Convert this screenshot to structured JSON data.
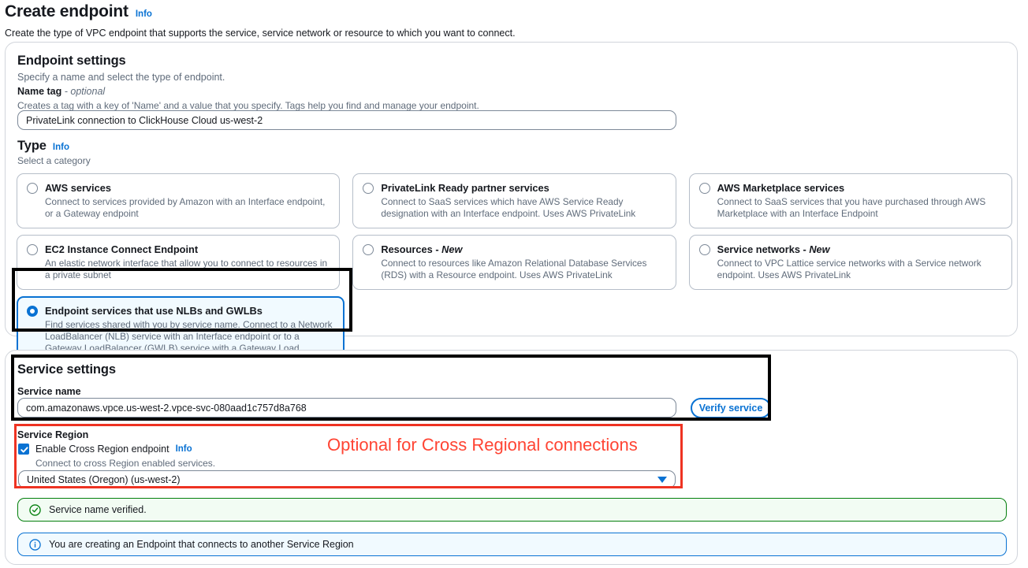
{
  "header": {
    "title": "Create endpoint",
    "info_label": "Info",
    "description": "Create the type of VPC endpoint that supports the service, service network or resource to which you want to connect."
  },
  "endpoint_settings": {
    "title": "Endpoint settings",
    "description": "Specify a name and select the type of endpoint.",
    "name_tag": {
      "label": "Name tag",
      "optional_suffix": "- optional",
      "hint": "Creates a tag with a key of 'Name' and a value that you specify. Tags help you find and manage your endpoint.",
      "value": "PrivateLink connection to ClickHouse Cloud us-west-2"
    },
    "type": {
      "label": "Type",
      "info_label": "Info",
      "hint": "Select a category",
      "options": [
        {
          "title": "AWS services",
          "new_tag": "",
          "description": "Connect to services provided by Amazon with an Interface endpoint, or a Gateway endpoint",
          "selected": false
        },
        {
          "title": "PrivateLink Ready partner services",
          "new_tag": "",
          "description": "Connect to SaaS services which have AWS Service Ready designation with an Interface endpoint. Uses AWS PrivateLink",
          "selected": false
        },
        {
          "title": "AWS Marketplace services",
          "new_tag": "",
          "description": "Connect to SaaS services that you have purchased through AWS Marketplace with an Interface Endpoint",
          "selected": false
        },
        {
          "title": "EC2 Instance Connect Endpoint",
          "new_tag": "",
          "description": "An elastic network interface that allow you to connect to resources in a private subnet",
          "selected": false
        },
        {
          "title": "Resources - ",
          "new_tag": "New",
          "description": "Connect to resources like Amazon Relational Database Services (RDS) with a Resource endpoint. Uses AWS PrivateLink",
          "selected": false
        },
        {
          "title": "Service networks - ",
          "new_tag": "New",
          "description": "Connect to VPC Lattice service networks with a Service network endpoint. Uses AWS PrivateLink",
          "selected": false
        },
        {
          "title": "Endpoint services that use NLBs and GWLBs",
          "new_tag": "",
          "description": "Find services shared with you by service name. Connect to a Network LoadBalancer (NLB) service with an Interface endpoint or to a Gateway LoadBalancer (GWLB) service with a Gateway Load Balancer endpoint",
          "selected": true
        }
      ]
    }
  },
  "service_settings": {
    "title": "Service settings",
    "service_name": {
      "label": "Service name",
      "value": "com.amazonaws.vpce.us-west-2.vpce-svc-080aad1c757d8a768"
    },
    "verify_button_label": "Verify service",
    "service_region": {
      "label": "Service Region",
      "checkbox_label": "Enable Cross Region endpoint",
      "checkbox_info_label": "Info",
      "checkbox_checked": true,
      "checkbox_hint": "Connect to cross Region enabled services.",
      "selected_region": "United States (Oregon) (us-west-2)"
    },
    "alerts": [
      {
        "kind": "success",
        "icon": "check-circle-icon",
        "text": "Service name verified."
      },
      {
        "kind": "info",
        "icon": "info-circle-icon",
        "text": "You are creating an Endpoint that connects to another Service Region"
      }
    ]
  },
  "annotations": {
    "cross_region_note": "Optional for Cross Regional connections",
    "highlight_color": "#ff4433",
    "box_color": "#000000"
  }
}
